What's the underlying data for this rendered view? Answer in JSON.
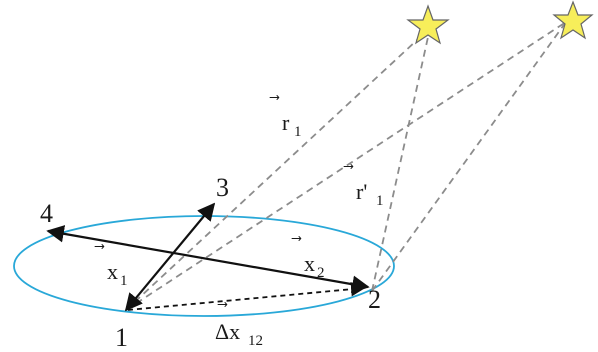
{
  "colors": {
    "ellipse": "#29a8d8",
    "arrow": "#111111",
    "dashed": "#8c8c8c",
    "star_fill": "#f7ee5a",
    "star_stroke": "#666666"
  },
  "points": {
    "p1": "1",
    "p2": "2",
    "p3": "3",
    "p4": "4"
  },
  "vectors": {
    "r1": {
      "letter": "r",
      "sub": "1"
    },
    "r1p": {
      "letter": "r'",
      "sub": "1"
    },
    "x1": {
      "letter": "x",
      "sub": "1"
    },
    "x2": {
      "letter": "x",
      "sub": "2"
    },
    "dx12": {
      "letter": "Δx",
      "sub": "12"
    }
  },
  "icons": {
    "star_left": "star-icon",
    "star_right": "star-icon"
  }
}
